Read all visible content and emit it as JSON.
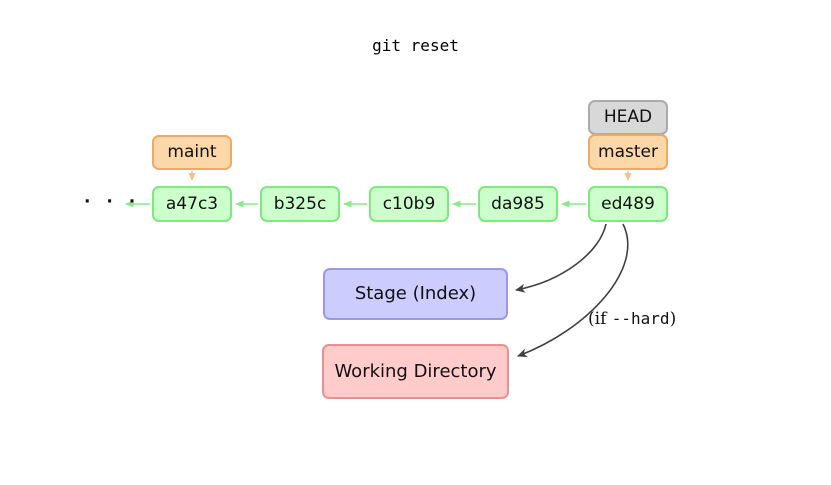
{
  "title": "git reset",
  "ellipsis": "· · ·",
  "commits": [
    {
      "id": "a47c3"
    },
    {
      "id": "b325c"
    },
    {
      "id": "c10b9"
    },
    {
      "id": "da985"
    },
    {
      "id": "ed489"
    }
  ],
  "refs": {
    "head": "HEAD",
    "master": "master",
    "maint": "maint"
  },
  "areas": {
    "stage": "Stage (Index)",
    "working": "Working Directory"
  },
  "annotation": {
    "prefix": "(if ",
    "flag": "--hard",
    "suffix": ")"
  },
  "colors": {
    "commit_fill": "#ccffcc",
    "commit_border": "#7dea7d",
    "branch_fill": "#fcd7a8",
    "branch_border": "#f0a868",
    "head_fill": "#d8d8d8",
    "head_border": "#ababab",
    "stage_fill": "#ccccff",
    "stage_border": "#9898ec",
    "working_fill": "#ffcbcb",
    "working_border": "#ee8f8f",
    "commit_arrow": "#8ae98a",
    "branch_arrow": "#f5c08a",
    "reset_arrow": "#404040"
  }
}
